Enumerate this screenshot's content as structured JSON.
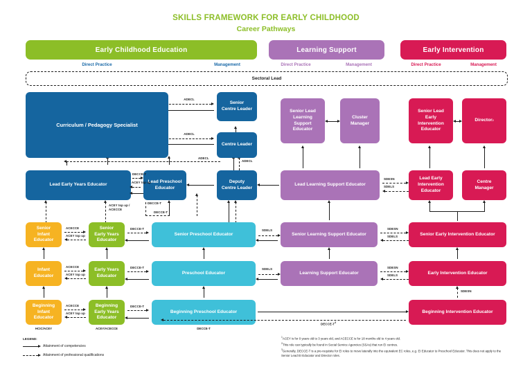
{
  "header": {
    "title": "SKILLS FRAMEWORK FOR EARLY CHILDHOOD",
    "subtitle": "Career Pathways",
    "title_color": "#8cbe27"
  },
  "tracks": [
    {
      "name": "Early Childhood Education",
      "color": "#8cbe27",
      "direct_practice": "Direct Practice",
      "management": "Management"
    },
    {
      "name": "Learning Support",
      "color": "#aa73b7",
      "direct_practice": "Direct Practice",
      "management": "Management"
    },
    {
      "name": "Early Intervention",
      "color": "#d81a54",
      "direct_practice": "Direct Practice",
      "management": "Management"
    }
  ],
  "sectoral_lead": "Sectoral Lead",
  "roles": {
    "curriculum_pedagogy_specialist": "Curriculum / Pedagogy Specialist",
    "senior_centre_leader": "Senior\nCentre Leader",
    "centre_leader": "Centre Leader",
    "lead_early_years_educator": "Lead Early Years Educator",
    "lead_preschool_educator": "Lead Preschool\nEducator",
    "deputy_centre_leader": "Deputy\nCentre Leader",
    "senior_infant_educator": "Senior\nInfant Educator",
    "senior_early_years_educator": "Senior\nEarly Years\nEducator",
    "senior_preschool_educator": "Senior Preschool Educator",
    "infant_educator": "Infant Educator",
    "early_years_educator": "Early Years\nEducator",
    "preschool_educator": "Preschool Educator",
    "beginning_infant_educator": "Beginning\nInfant Educator",
    "beginning_early_years_educator": "Beginning\nEarly Years\nEducator",
    "beginning_preschool_educator": "Beginning Preschool Educator",
    "senior_lead_learning_support_educator": "Senior Lead\nLearning\nSupport\nEducator",
    "cluster_manager": "Cluster\nManager",
    "lead_learning_support_educator": "Lead Learning Support Educator",
    "senior_learning_support_educator": "Senior Learning Support Educator",
    "learning_support_educator": "Learning Support Educator",
    "senior_lead_early_intervention_educator": "Senior Lead\nEarly\nIntervention\nEducator",
    "director": "Director",
    "director_sup": "2",
    "lead_early_intervention_educator": "Lead Early\nIntervention\nEducator",
    "centre_manager": "Centre\nManager",
    "senior_early_intervention_educator": "Senior Early Intervention Educator",
    "early_intervention_educator": "Early Intervention Educator",
    "beginning_intervention_educator": "Beginning Intervention Educator"
  },
  "qualification_labels": {
    "adecl_1": "ADECL",
    "adecl_2": "ADECL",
    "adecl_3": "ADECL",
    "adecl_4": "ADECL",
    "decce_t_1": "DECCE-T",
    "acey_top_up_1": "ACEY top up",
    "acey_top_up_acecce": "ACEY top up /\nACECCE",
    "decce_t_2": "DECCE-T",
    "decce_t_3": "DECCE-T",
    "acecce_1": "ACECCE",
    "acey_top_up_2": "ACEY top up",
    "decce_t_4": "DECCE-T",
    "acecce_2": "ACECCE",
    "acey_top_up_3": "ACEY top up",
    "decce_t_5": "DECCE-T",
    "acecce_3": "ACECCE",
    "acey_top_up_4": "ACEY top up",
    "decce_t_6": "DECCE-T",
    "decce_t_bottom": "DECCE-T",
    "decce_t_bottom_sup": "3",
    "sdesn_1": "SDESN",
    "sdels_1": "SDELS",
    "sdels_2": "SDELS",
    "sdesn_2": "SDESN",
    "sdels_3": "SDELS",
    "sdels_4": "SDELS",
    "sdesn_3": "SDESN",
    "sdels_5": "SDELS",
    "sdesn_4": "SDESN",
    "base_hcic_acey": "HCIC/ACEY",
    "base_acey_acecce": "ACEY/ACECCE",
    "base_decce_t": "DECCE-T"
  },
  "legend": {
    "title": "LEGEND:",
    "items": [
      "Attainment of competencies",
      "Attainment of professional qualifications"
    ]
  },
  "footnotes": [
    {
      "marker": "1",
      "text": "ACEY is for 0 years old to 3 years old, and ACECCE is for 18 months old to 4 years old."
    },
    {
      "marker": "2",
      "text": "This role can typically be found in Social Service Agencies (SSAs) that run EI centres."
    },
    {
      "marker": "3",
      "text": "Generally, DECCE-T is a pre-requisite for EI roles to move laterally into the equivalent EC roles, e.g. EI Educator to Preschool Educator. This does not apply to the Senior Lead EI Educator and Director roles."
    }
  ],
  "colors": {
    "blue": "#15659f",
    "cyan": "#3fc0d9",
    "green": "#8cbe27",
    "orange": "#f6b322",
    "purple": "#aa73b7",
    "pink": "#d81a54",
    "line": "#1a1a1a"
  }
}
